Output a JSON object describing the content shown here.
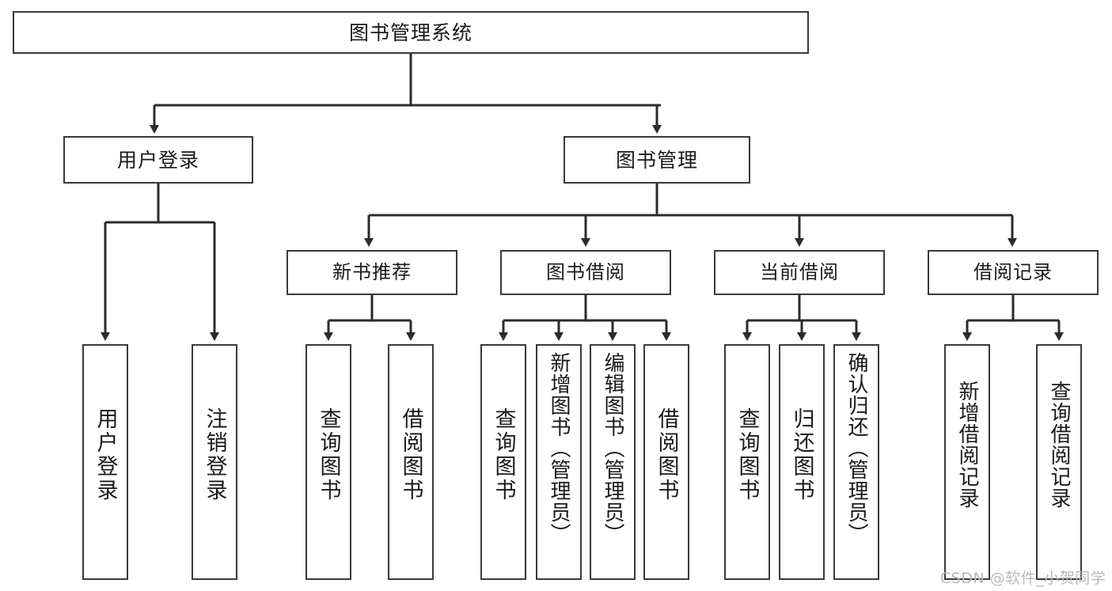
{
  "diagram": {
    "type": "tree-hierarchy-chart",
    "title_node": {
      "label": "图书管理系统"
    },
    "level2": [
      {
        "id": "user-login",
        "label": "用户登录"
      },
      {
        "id": "book-management",
        "label": "图书管理"
      }
    ],
    "level3": [
      {
        "id": "new-book-recommend",
        "label": "新书推荐"
      },
      {
        "id": "book-borrow",
        "label": "图书借阅"
      },
      {
        "id": "current-borrow",
        "label": "当前借阅"
      },
      {
        "id": "borrow-record",
        "label": "借阅记录"
      }
    ],
    "leaves": {
      "user_login": [
        {
          "id": "leaf-user-login",
          "label": "用户登录"
        },
        {
          "id": "leaf-logout",
          "label": "注销登录"
        }
      ],
      "new_book_recommend": [
        {
          "id": "leaf-query-book-1",
          "label": "查询图书"
        },
        {
          "id": "leaf-borrow-book-1",
          "label": "借阅图书"
        }
      ],
      "book_borrow": [
        {
          "id": "leaf-query-book-2",
          "label": "查询图书"
        },
        {
          "id": "leaf-add-book",
          "label": "新增图书（管理员）"
        },
        {
          "id": "leaf-edit-book",
          "label": "编辑图书（管理员）"
        },
        {
          "id": "leaf-borrow-book-2",
          "label": "借阅图书"
        }
      ],
      "current_borrow": [
        {
          "id": "leaf-query-book-3",
          "label": "查询图书"
        },
        {
          "id": "leaf-return-book",
          "label": "归还图书"
        },
        {
          "id": "leaf-confirm-return",
          "label": "确认归还（管理员）"
        }
      ],
      "borrow_record": [
        {
          "id": "leaf-add-record",
          "label": "新增借阅记录"
        },
        {
          "id": "leaf-query-record",
          "label": "查询借阅记录"
        }
      ]
    },
    "colors": {
      "box_border": "#3a3a3a",
      "box_fill": "#ffffff",
      "connector": "#2b2b2b",
      "text": "#1a1a1a",
      "watermark": "#b9b9b9"
    }
  },
  "watermark": {
    "text": "CSDN @软件_小贺同学"
  }
}
